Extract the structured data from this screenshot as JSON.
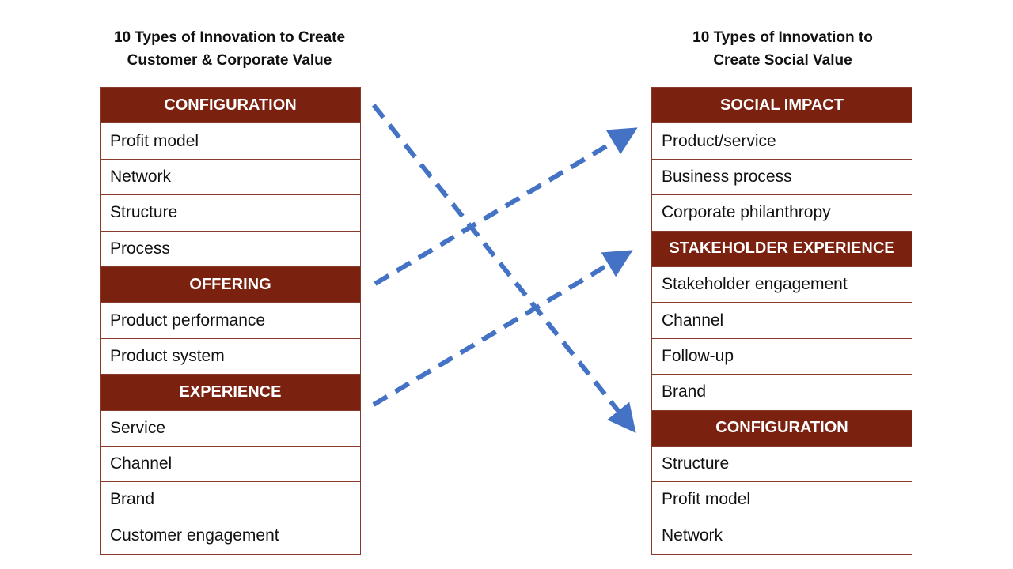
{
  "left": {
    "title": [
      "10 Types of Innovation to Create",
      "Customer & Corporate Value"
    ],
    "rows": [
      {
        "type": "header",
        "text": "CONFIGURATION"
      },
      {
        "type": "item",
        "text": "Profit model"
      },
      {
        "type": "item",
        "text": "Network"
      },
      {
        "type": "item",
        "text": "Structure"
      },
      {
        "type": "item",
        "text": "Process"
      },
      {
        "type": "header",
        "text": "OFFERING"
      },
      {
        "type": "item",
        "text": "Product performance"
      },
      {
        "type": "item",
        "text": "Product system"
      },
      {
        "type": "header",
        "text": "EXPERIENCE"
      },
      {
        "type": "item",
        "text": "Service"
      },
      {
        "type": "item",
        "text": "Channel"
      },
      {
        "type": "item",
        "text": "Brand"
      },
      {
        "type": "item",
        "text": "Customer engagement"
      }
    ]
  },
  "right": {
    "title": [
      "10 Types of Innovation to",
      "Create Social Value"
    ],
    "rows": [
      {
        "type": "header",
        "text": "SOCIAL IMPACT"
      },
      {
        "type": "item",
        "text": "Product/service"
      },
      {
        "type": "item",
        "text": "Business process"
      },
      {
        "type": "item",
        "text": "Corporate philanthropy"
      },
      {
        "type": "header",
        "text": "STAKEHOLDER EXPERIENCE"
      },
      {
        "type": "item",
        "text": "Stakeholder engagement"
      },
      {
        "type": "item",
        "text": "Channel"
      },
      {
        "type": "item",
        "text": "Follow-up"
      },
      {
        "type": "item",
        "text": "Brand"
      },
      {
        "type": "header",
        "text": "CONFIGURATION"
      },
      {
        "type": "item",
        "text": "Structure"
      },
      {
        "type": "item",
        "text": "Profit model"
      },
      {
        "type": "item",
        "text": "Network"
      }
    ]
  },
  "mappings": [
    {
      "from": "OFFERING",
      "to": "SOCIAL IMPACT"
    },
    {
      "from": "EXPERIENCE",
      "to": "STAKEHOLDER EXPERIENCE"
    },
    {
      "from": "CONFIGURATION",
      "to": "CONFIGURATION"
    }
  ],
  "colors": {
    "header_fill": "#7b2110",
    "border": "#8a3a2a",
    "arrow": "#4472c4"
  }
}
